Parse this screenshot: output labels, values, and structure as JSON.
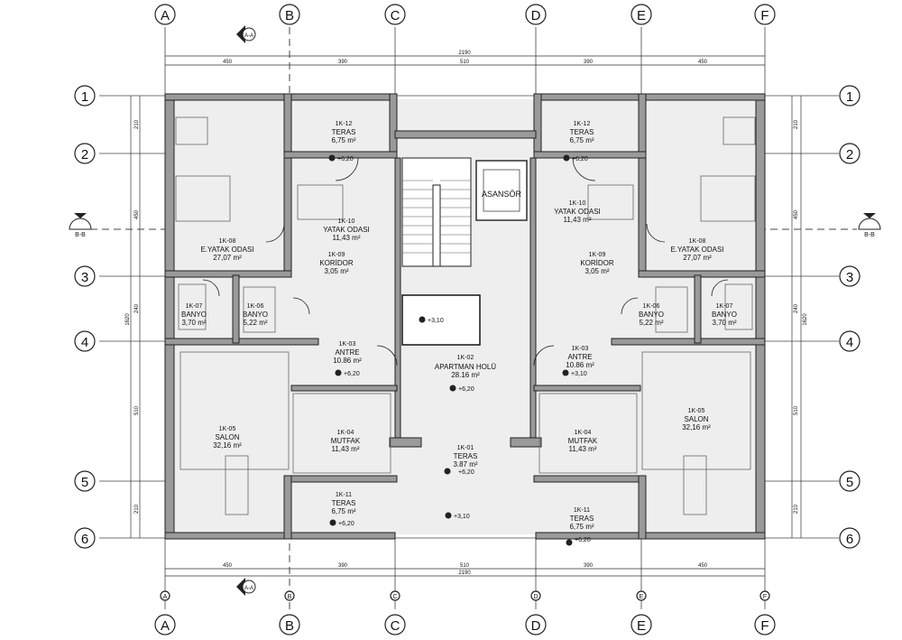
{
  "grid": {
    "columns": [
      "A",
      "B",
      "C",
      "D",
      "E",
      "F"
    ],
    "rows": [
      "1",
      "2",
      "3",
      "4",
      "5",
      "6"
    ]
  },
  "section_mark": {
    "label": "B-B",
    "top": "A-A",
    "bottom": "A-A"
  },
  "dimensions": {
    "top_total": "2190",
    "top_center": "510",
    "top_segments": [
      "450",
      "390",
      "390",
      "450"
    ],
    "bottom_total": "2190",
    "bottom_center": "510",
    "bottom_segments": [
      "450",
      "390",
      "390",
      "450"
    ],
    "left_total": "1620",
    "left_segments": [
      "210",
      "450",
      "240",
      "510",
      "210"
    ],
    "right_total": "1620",
    "right_segments": [
      "210",
      "450",
      "240",
      "510",
      "210"
    ]
  },
  "rooms": {
    "terrace_top_l": {
      "code": "1K-12",
      "name": "TERAS",
      "area": "6,75 m²"
    },
    "terrace_top_r": {
      "code": "1K-12",
      "name": "TERAS",
      "area": "6,75 m²"
    },
    "bedroom_l": {
      "code": "1K-10",
      "name": "YATAK ODASI",
      "area": "11,43 m²"
    },
    "bedroom_r": {
      "code": "1K-10",
      "name": "YATAK ODASI",
      "area": "11,43 m²"
    },
    "master_l": {
      "code": "1K-08",
      "name": "E.YATAK ODASI",
      "area": "27,07 m²"
    },
    "master_r": {
      "code": "1K-08",
      "name": "E.YATAK ODASI",
      "area": "27,07 m²"
    },
    "corridor_l": {
      "code": "1K-09",
      "name": "KORİDOR",
      "area": "3,05 m²"
    },
    "corridor_r": {
      "code": "1K-09",
      "name": "KORİDOR",
      "area": "3,05 m²"
    },
    "bath7_l": {
      "code": "1K-07",
      "name": "BANYO",
      "area": "3,70 m²"
    },
    "bath7_r": {
      "code": "1K-07",
      "name": "BANYO",
      "area": "3,70 m²"
    },
    "bath6_l": {
      "code": "1K-06",
      "name": "BANYO",
      "area": "5,22 m²"
    },
    "bath6_r": {
      "code": "1K-06",
      "name": "BANYO",
      "area": "5,22 m²"
    },
    "entry_l": {
      "code": "1K-03",
      "name": "ANTRE",
      "area": "10.86 m²"
    },
    "entry_r": {
      "code": "1K-03",
      "name": "ANTRE",
      "area": "10.86 m²"
    },
    "hall": {
      "code": "1K-02",
      "name": "APARTMAN HOLÜ",
      "area": "28.16 m²"
    },
    "salon_l": {
      "code": "1K-05",
      "name": "SALON",
      "area": "32,16 m²"
    },
    "salon_r": {
      "code": "1K-05",
      "name": "SALON",
      "area": "32,16 m²"
    },
    "kitchen_l": {
      "code": "1K-04",
      "name": "MUTFAK",
      "area": "11,43 m²"
    },
    "kitchen_r": {
      "code": "1K-04",
      "name": "MUTFAK",
      "area": "11,43 m²"
    },
    "terrace_c": {
      "code": "1K-01",
      "name": "TERAS",
      "area": "3.87 m²"
    },
    "terrace_bot_l": {
      "code": "1K-11",
      "name": "TERAS",
      "area": "6,75 m²"
    },
    "terrace_bot_r": {
      "code": "1K-11",
      "name": "TERAS",
      "area": "6,75 m²"
    },
    "elevator": {
      "name": "ASANSÖR"
    }
  },
  "levels": {
    "top_l": "+6,20",
    "top_r": "+6,20",
    "hall_top": "+3,10",
    "entry_l": "+6,20",
    "entry_r": "+3,10",
    "hall": "+6,20",
    "terrace_c": "+6,20",
    "front": "+3,10",
    "bot_l": "+6,20",
    "bot_r": "+6,20"
  },
  "colors": {
    "wall": "#9a9a9a",
    "floor": "#eeeeee",
    "line": "#222222"
  }
}
